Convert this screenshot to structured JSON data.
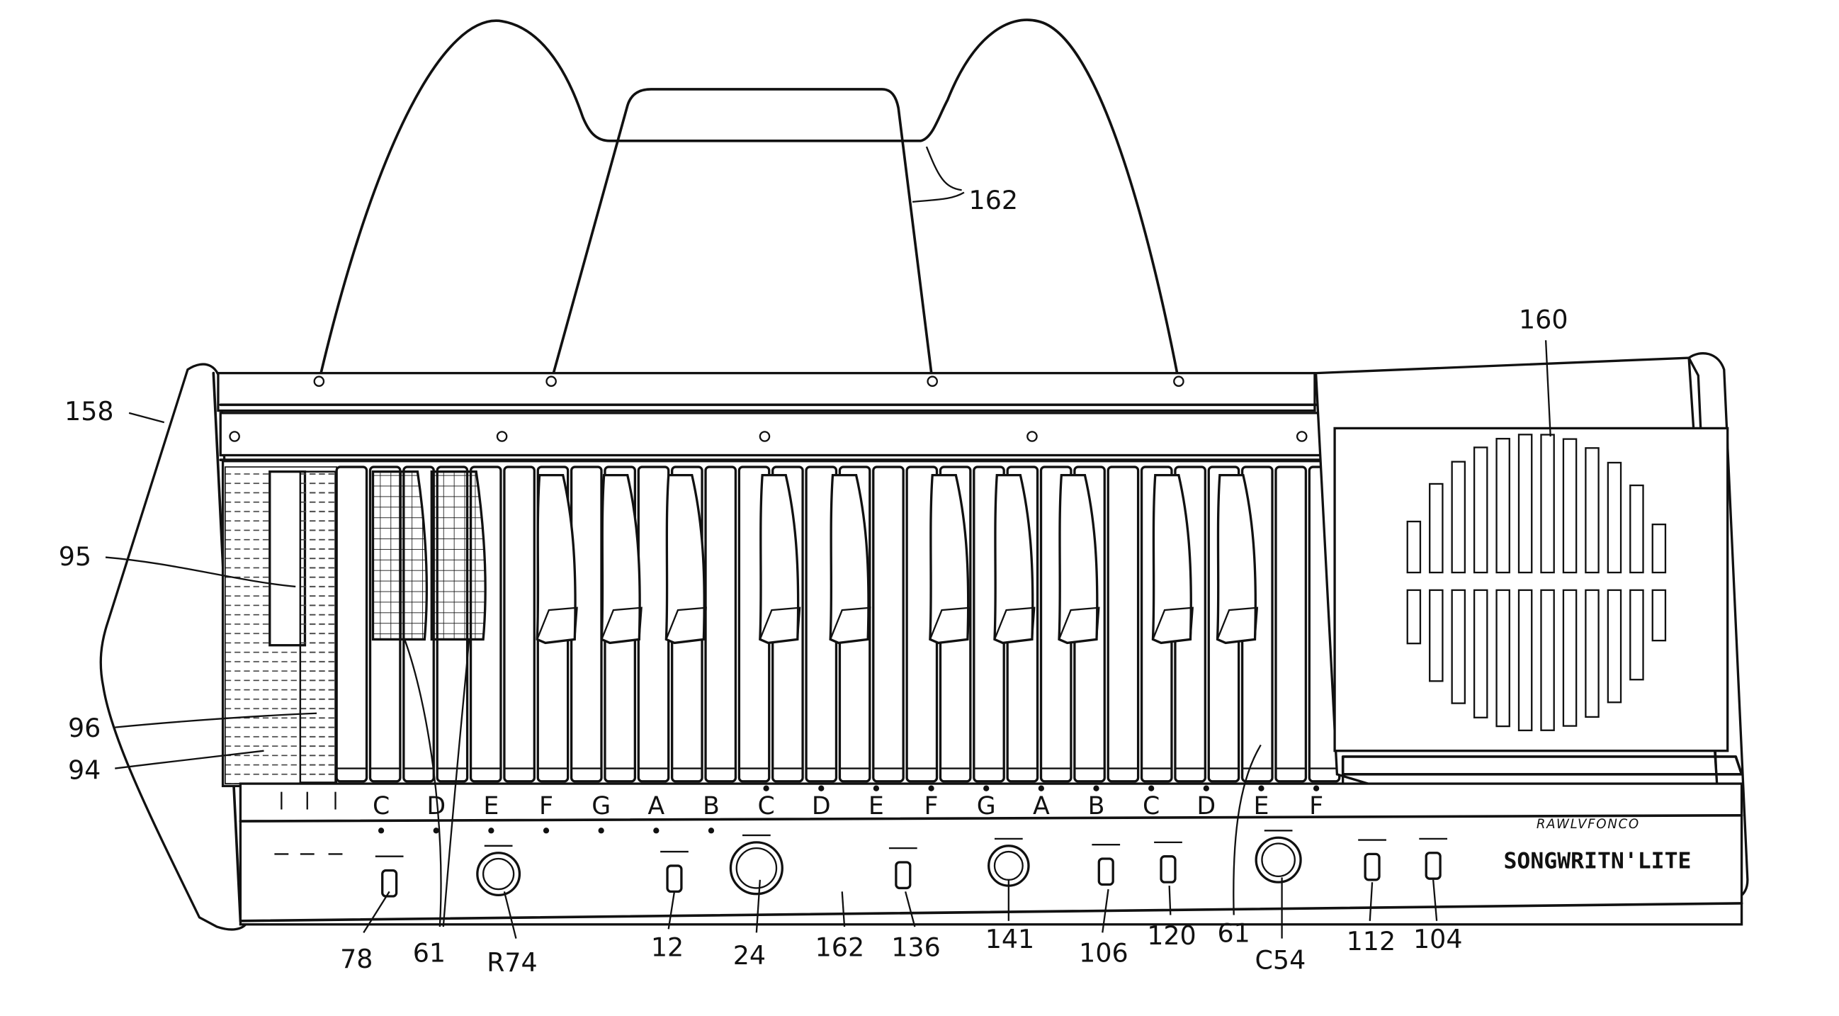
{
  "figure": {
    "type": "patent drawing - electronic keyboard instrument with music stand",
    "note_letters": [
      "C",
      "D",
      "E",
      "F",
      "G",
      "A",
      "B",
      "C",
      "D",
      "E",
      "F",
      "G",
      "A",
      "B",
      "C",
      "D",
      "E",
      "F"
    ],
    "brand": {
      "line1": "RAWLVFONCO",
      "line2": "SONGWRITN'LITE"
    },
    "reference_labels": {
      "end_panel": "158",
      "key_95": "95",
      "key_96": "96",
      "key_94": "94",
      "music_stand_top": "162",
      "speaker": "160",
      "switch_78": "78",
      "keys_61_left": "61",
      "knob_r74": "R74",
      "switch_12": "12",
      "knob_24": "24",
      "panel_162": "162",
      "switch_136": "136",
      "knob_141": "141",
      "switch_106": "106",
      "switch_120": "120",
      "keys_61_right": "61",
      "knob_c54": "C54",
      "switch_112": "112",
      "switch_104": "104"
    }
  }
}
